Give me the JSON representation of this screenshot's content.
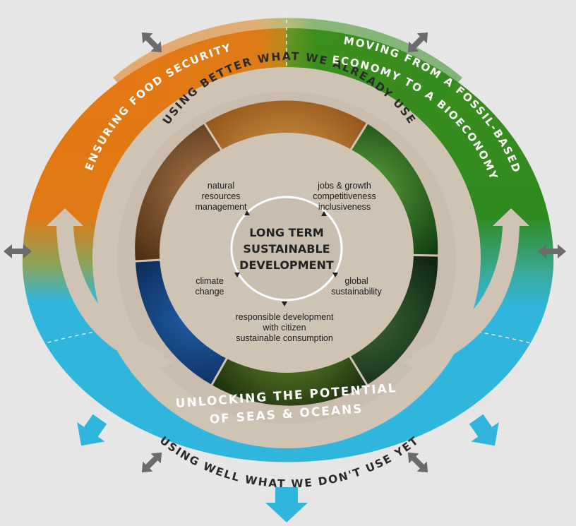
{
  "center": {
    "lines": [
      "LONG TERM",
      "SUSTAINABLE",
      "DEVELOPMENT"
    ]
  },
  "nodes": {
    "natural_resources": [
      "natural",
      "resources",
      "management"
    ],
    "jobs_growth": [
      "jobs & growth",
      "competitiveness",
      "inclusiveness"
    ],
    "climate": [
      "climate",
      "change"
    ],
    "global": [
      "global",
      "sustainability"
    ],
    "responsible": [
      "responsible development",
      "with citizen",
      "sustainable consumption"
    ]
  },
  "inner_ring": {
    "top_label": "USING BETTER WHAT WE ALREADY USE",
    "bottom_label": "USING WELL WHAT WE DON'T USE YET"
  },
  "outer_ring": {
    "food": "ENSURING FOOD SECURITY",
    "bio_line1": "MOVING FROM A FOSSIL-BASED",
    "bio_line2": "ECONOMY TO A BIOECONOMY",
    "seas_line1": "UNLOCKING THE POTENTIAL",
    "seas_line2": "OF SEAS & OCEANS"
  },
  "colors": {
    "orange": "#e57612",
    "green": "#2f8a1f",
    "blue": "#30b6dc",
    "beige": "#cfc3b4",
    "arrow_gray": "#6b6b6b"
  },
  "icons": {
    "outer_arrows": "double-arrow-icon",
    "bottom_arrows": "down-arrow-icon",
    "cycle_arrows": "cycle-arrow-icon",
    "node_markers": "triangle-marker-icon"
  }
}
